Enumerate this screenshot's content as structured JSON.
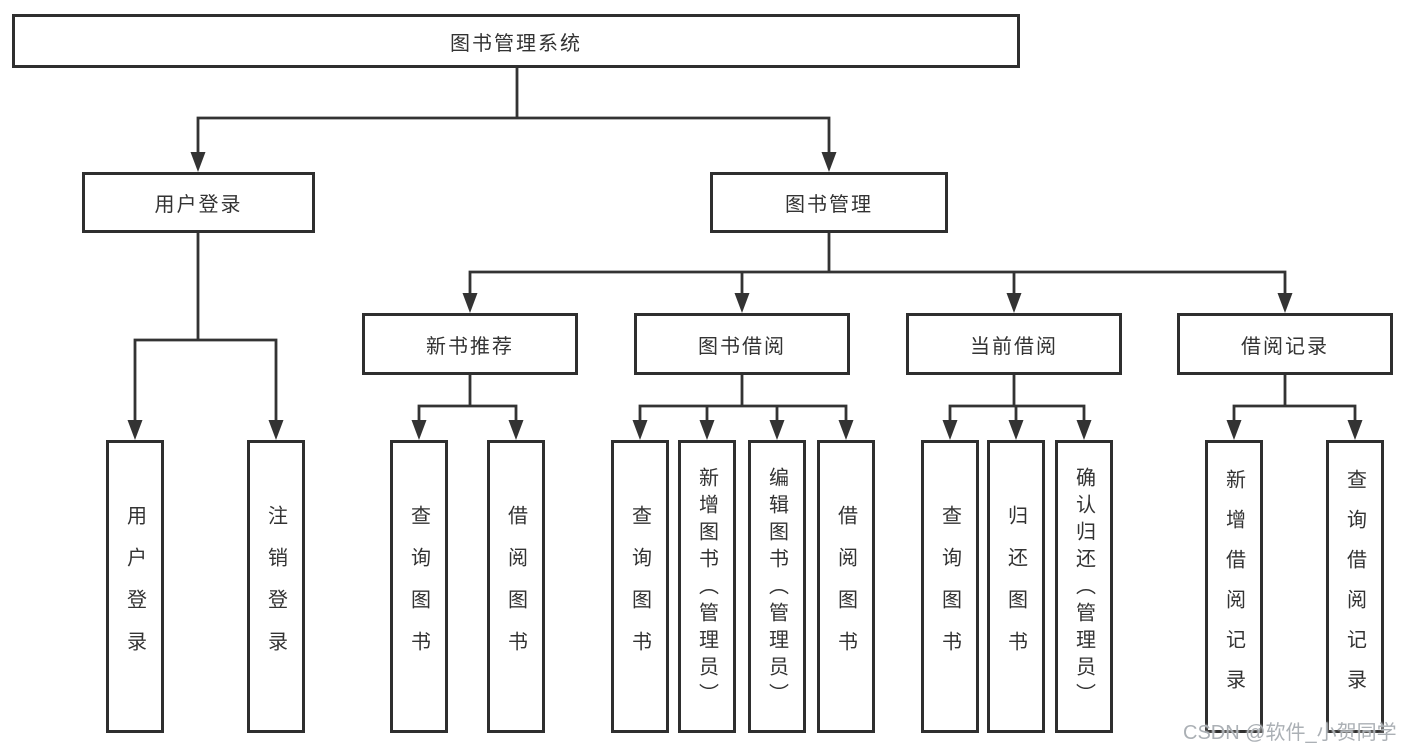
{
  "diagram": {
    "type": "hierarchy-tree",
    "root": {
      "label": "图书管理系统"
    },
    "children": [
      {
        "label": "用户登录",
        "leaves": [
          {
            "label": "用户登录"
          },
          {
            "label": "注销登录"
          }
        ]
      },
      {
        "label": "图书管理",
        "children": [
          {
            "label": "新书推荐",
            "leaves": [
              {
                "label": "查询图书"
              },
              {
                "label": "借阅图书"
              }
            ]
          },
          {
            "label": "图书借阅",
            "leaves": [
              {
                "label": "查询图书"
              },
              {
                "label": "新增图书（管理员）"
              },
              {
                "label": "编辑图书（管理员）"
              },
              {
                "label": "借阅图书"
              }
            ]
          },
          {
            "label": "当前借阅",
            "leaves": [
              {
                "label": "查询图书"
              },
              {
                "label": "归还图书"
              },
              {
                "label": "确认归还（管理员）"
              }
            ]
          },
          {
            "label": "借阅记录",
            "leaves": [
              {
                "label": "新增借阅记录"
              },
              {
                "label": "查询借阅记录"
              }
            ]
          }
        ]
      }
    ],
    "colors": {
      "line": "#333333",
      "text": "#333333",
      "box_border": "#2f2f2f",
      "background": "#ffffff",
      "watermark": "#abb0b5"
    }
  },
  "watermark": {
    "text": "CSDN @软件_小贺同学"
  }
}
